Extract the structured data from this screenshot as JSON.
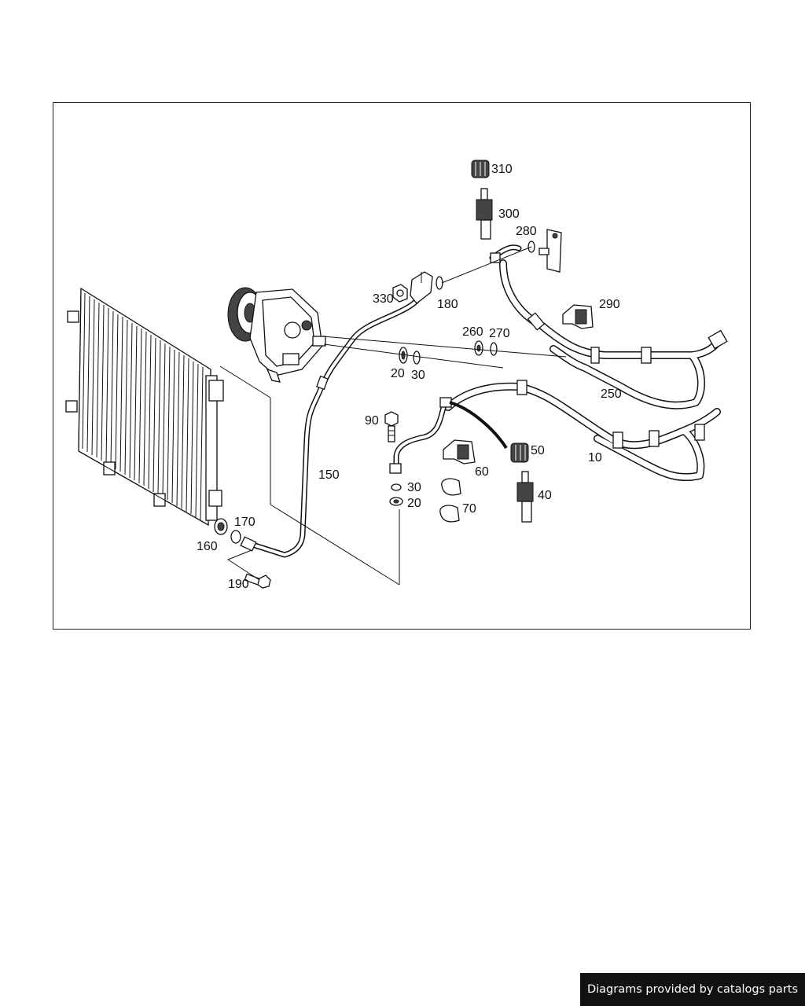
{
  "footer": {
    "credit": "Diagrams provided by catalogs parts"
  },
  "labels": {
    "p310": "310",
    "p300": "300",
    "p280": "280",
    "p290": "290",
    "p330": "330",
    "p180": "180",
    "p260": "260",
    "p270": "270",
    "p20a": "20",
    "p30a": "30",
    "p250": "250",
    "p90": "90",
    "p50": "50",
    "p60": "60",
    "p10": "10",
    "p150": "150",
    "p30b": "30",
    "p20b": "20",
    "p70": "70",
    "p40": "40",
    "p170": "170",
    "p160": "160",
    "p190": "190"
  },
  "colors": {
    "line": "#111111",
    "background": "#ffffff",
    "footer_bg": "#121212",
    "footer_text": "#ffffff"
  }
}
